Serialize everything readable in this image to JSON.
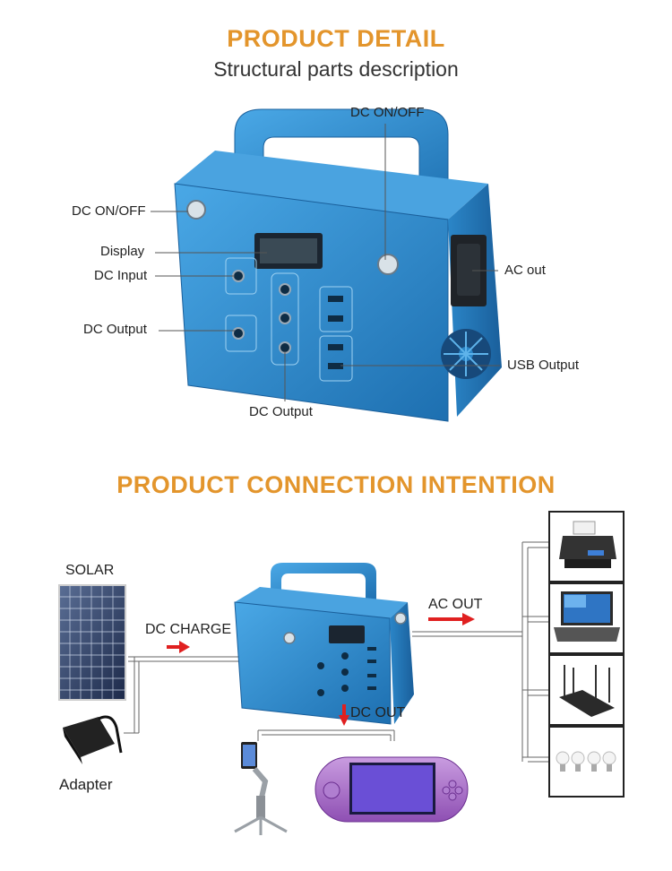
{
  "detail": {
    "title": "PRODUCT DETAIL",
    "subtitle": "Structural parts description",
    "callouts": {
      "dc_onoff_left": "DC ON/OFF",
      "dc_onoff_top": "DC ON/OFF",
      "display": "Display",
      "dc_input": "DC Input",
      "dc_output_left": "DC Output",
      "dc_output_bottom": "DC Output",
      "ac_out": "AC out",
      "usb_output": "USB Output"
    }
  },
  "connection": {
    "title": "PRODUCT CONNECTION INTENTION",
    "solar": "SOLAR",
    "adapter": "Adapter",
    "dc_charge": "DC CHARGE",
    "ac_out": "AC OUT",
    "dc_out": "DC OUT"
  },
  "colors": {
    "accent": "#e3952c",
    "device_blue": "#2f8fd2",
    "arrow_red": "#e02020"
  },
  "icons": [
    "printer-icon",
    "laptop-icon",
    "router-icon",
    "light-bulbs-icon",
    "phone-gimbal-icon",
    "game-console-icon"
  ]
}
